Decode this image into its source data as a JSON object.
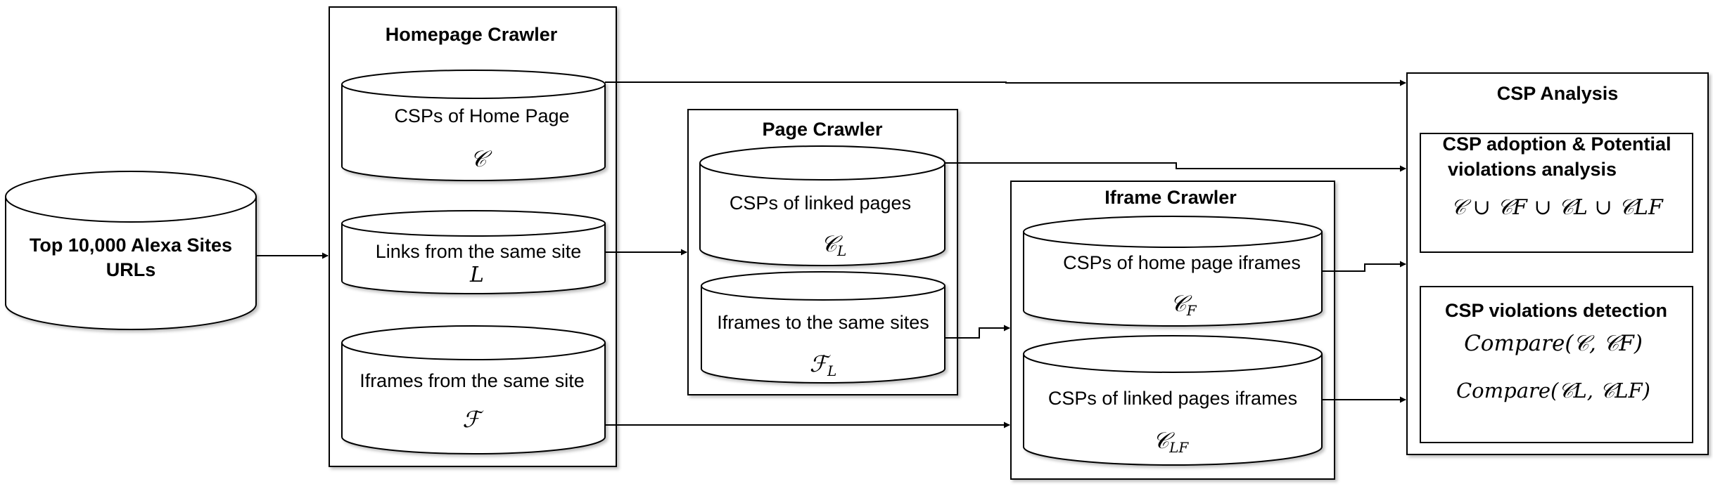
{
  "source": {
    "label_line1": "Top 10,000 Alexa Sites",
    "label_line2": "URLs"
  },
  "homepage_crawler": {
    "title": "Homepage Crawler",
    "stores": [
      {
        "label": "CSPs of Home Page",
        "symbol": "𝒞"
      },
      {
        "label": "Links from the same site",
        "symbol": "L"
      },
      {
        "label": "Iframes from the same site",
        "symbol": "ℱ"
      }
    ]
  },
  "page_crawler": {
    "title": "Page Crawler",
    "stores": [
      {
        "label": "CSPs of linked pages",
        "symbol": "𝒞",
        "sub": "L"
      },
      {
        "label": "Iframes to the same sites",
        "symbol": "ℱ",
        "sub": "L"
      }
    ]
  },
  "iframe_crawler": {
    "title": "Iframe Crawler",
    "stores": [
      {
        "label": "CSPs of home page iframes",
        "symbol": "𝒞",
        "sub": "F"
      },
      {
        "label": "CSPs of linked pages iframes",
        "symbol": "𝒞",
        "sub": "LF"
      }
    ]
  },
  "csp_analysis": {
    "title": "CSP Analysis",
    "adoption": {
      "title_line1": "CSP adoption & Potential",
      "title_line2": "violations analysis",
      "formula": "𝒞 ∪ 𝒞F ∪ 𝒞L ∪ 𝒞LF"
    },
    "violations": {
      "title": "CSP violations detection",
      "formula1": "Compare(𝒞, 𝒞F)",
      "formula2": "Compare(𝒞L, 𝒞LF)"
    }
  }
}
